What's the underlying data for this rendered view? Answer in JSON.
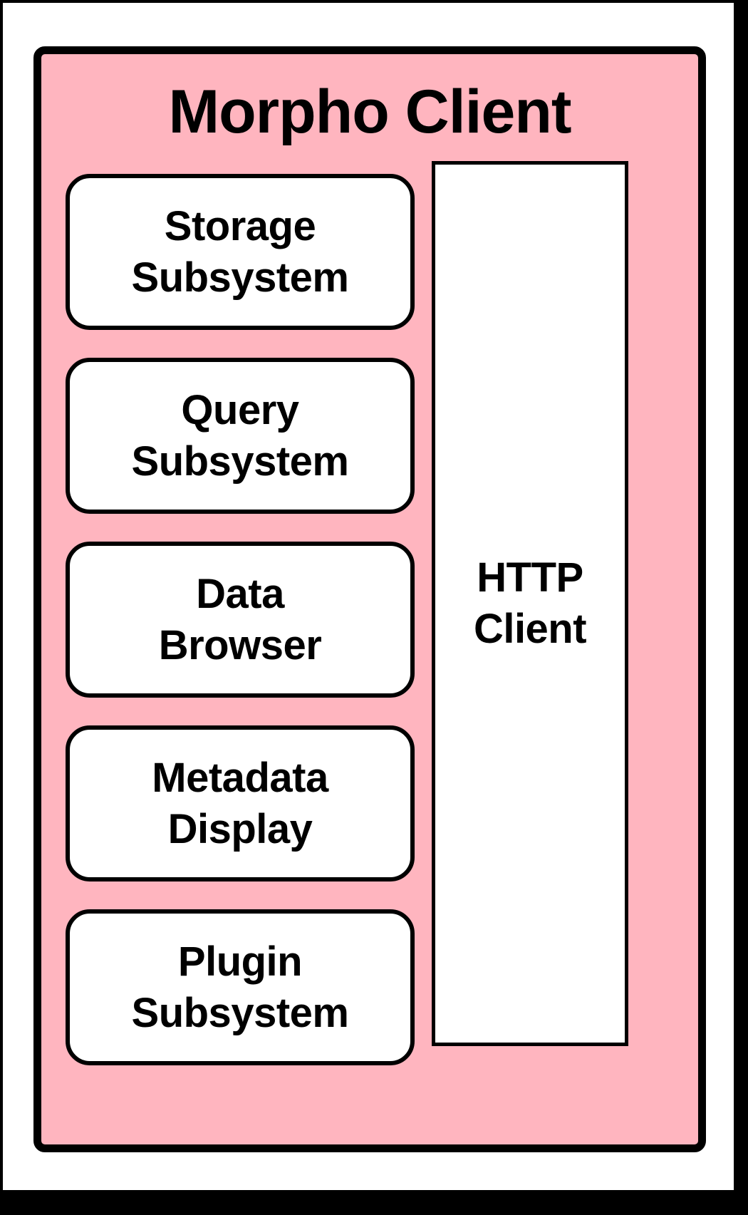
{
  "diagram": {
    "container": {
      "title": "Morpho Client",
      "fill_color": "#ffb5bf",
      "border_color": "#000000"
    },
    "subsystems": [
      {
        "label": "Storage\nSubsystem",
        "name": "storage-subsystem"
      },
      {
        "label": "Query\nSubsystem",
        "name": "query-subsystem"
      },
      {
        "label": "Data\nBrowser",
        "name": "data-browser"
      },
      {
        "label": "Metadata\nDisplay",
        "name": "metadata-display"
      },
      {
        "label": "Plugin\nSubsystem",
        "name": "plugin-subsystem"
      }
    ],
    "http_client": {
      "label": "HTTP\nClient",
      "fill_color": "#ffffff",
      "border_color": "#000000"
    }
  }
}
